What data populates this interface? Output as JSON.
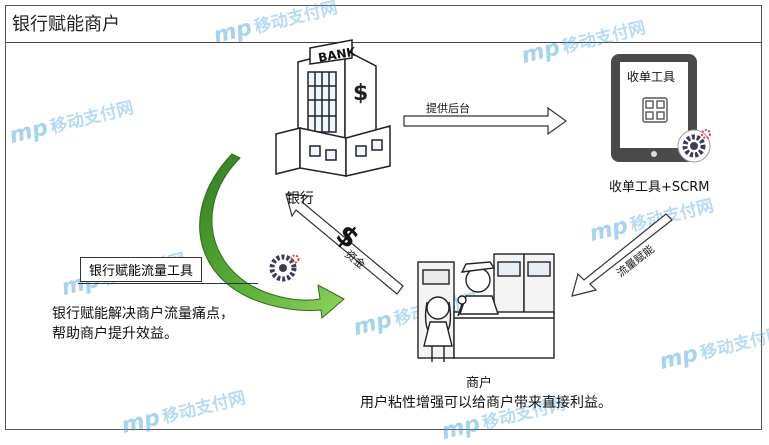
{
  "title": "银行赋能商户",
  "bank": {
    "sign": "BANK",
    "label": "银行"
  },
  "terminal": {
    "screen_label": "收单工具",
    "label": "收单工具+SCRM"
  },
  "arrows": {
    "backend": "提供后台",
    "funds": "资金",
    "traffic": "流量赋能"
  },
  "tool_box": {
    "label": "银行赋能流量工具"
  },
  "desc": {
    "line1": "银行赋能解决商户流量痛点，",
    "line2": "帮助商户提升效益。"
  },
  "merchant": {
    "label": "商户",
    "caption": "用户粘性增强可以给商户带来直接利益。"
  },
  "watermark": {
    "brand": "移动支付网",
    "mark": "mp"
  },
  "colors": {
    "green_arrow": "#4a9c2f",
    "terminal": "#4a4a4a",
    "watermark": "#5fb0e6"
  }
}
